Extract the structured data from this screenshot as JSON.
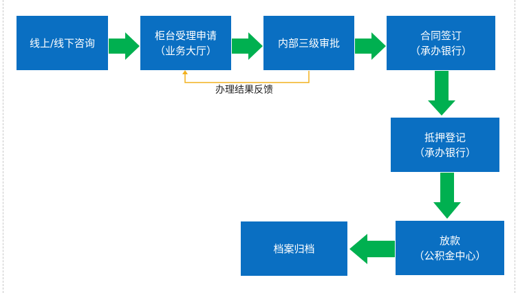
{
  "colors": {
    "box": "#0a6fc2",
    "arrow": "#00b050",
    "feedback_line": "#f2b01e",
    "text": "#ffffff"
  },
  "steps": [
    {
      "id": "consult",
      "line1": "线上/线下咨询",
      "line2": ""
    },
    {
      "id": "apply",
      "line1": "柜台受理申请",
      "line2": "（业务大厅）"
    },
    {
      "id": "review",
      "line1": "内部三级审批",
      "line2": ""
    },
    {
      "id": "contract",
      "line1": "合同签订",
      "line2": "（承办银行）"
    },
    {
      "id": "mortgage",
      "line1": "抵押登记",
      "line2": "（承办银行）"
    },
    {
      "id": "loan",
      "line1": "放款",
      "line2": "（公积金中心）"
    },
    {
      "id": "archive",
      "line1": "档案归档",
      "line2": ""
    }
  ],
  "feedback_label": "办理结果反馈"
}
